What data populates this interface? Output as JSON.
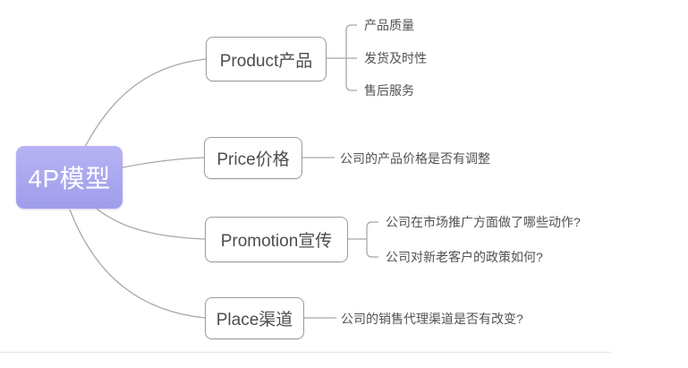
{
  "mindmap": {
    "title": "4P marketing model mind map",
    "root": {
      "label": "4P模型"
    },
    "branches": [
      {
        "label": "Product产品",
        "children": [
          "产品质量",
          "发货及时性",
          "售后服务"
        ]
      },
      {
        "label": "Price价格",
        "children": [
          "公司的产品价格是否有调整"
        ]
      },
      {
        "label": "Promotion宣传",
        "children": [
          "公司在市场推广方面做了哪些动作?",
          "公司对新老客户的政策如何?"
        ]
      },
      {
        "label": "Place渠道",
        "children": [
          "公司的销售代理渠道是否有改变?"
        ]
      }
    ],
    "colors": {
      "root_fill": "#a5a2ee",
      "root_text": "#ffffff",
      "branch_border": "#9b9b9b",
      "branch_text": "#4d4d4d",
      "leaf_text": "#525252",
      "connector": "#a8a8a8",
      "divider": "#eaeaea"
    }
  }
}
